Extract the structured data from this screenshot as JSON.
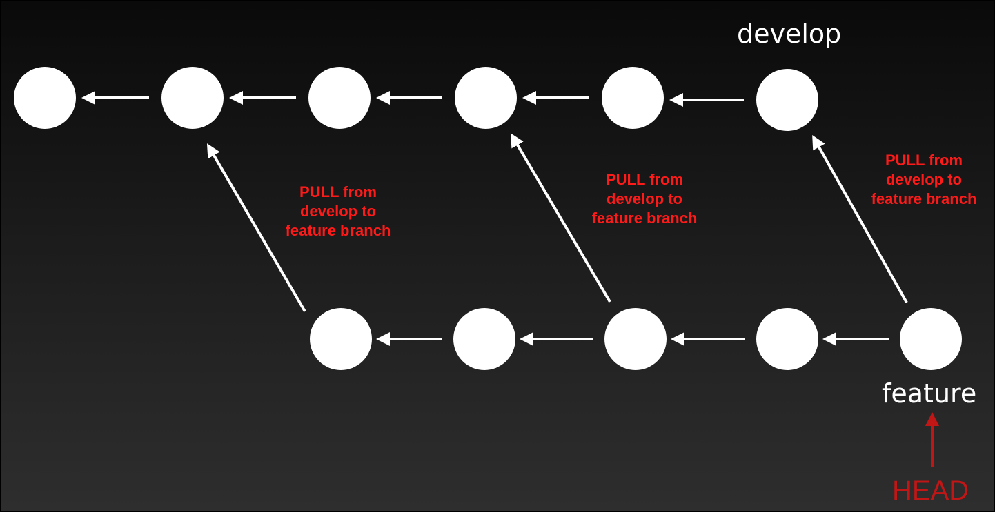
{
  "branches": {
    "develop": "develop",
    "feature": "feature"
  },
  "annotations": [
    {
      "line1": "PULL from",
      "line2": "develop to",
      "line3": "feature branch"
    },
    {
      "line1": "PULL from",
      "line2": "develop to",
      "line3": "feature branch"
    },
    {
      "line1": "PULL from",
      "line2": "develop to",
      "line3": "feature branch"
    }
  ],
  "head": {
    "label": "HEAD"
  },
  "colors": {
    "commit": "#ffffff",
    "arrow": "#ffffff",
    "annotation": "#ff1a1a",
    "head": "#c01616"
  }
}
